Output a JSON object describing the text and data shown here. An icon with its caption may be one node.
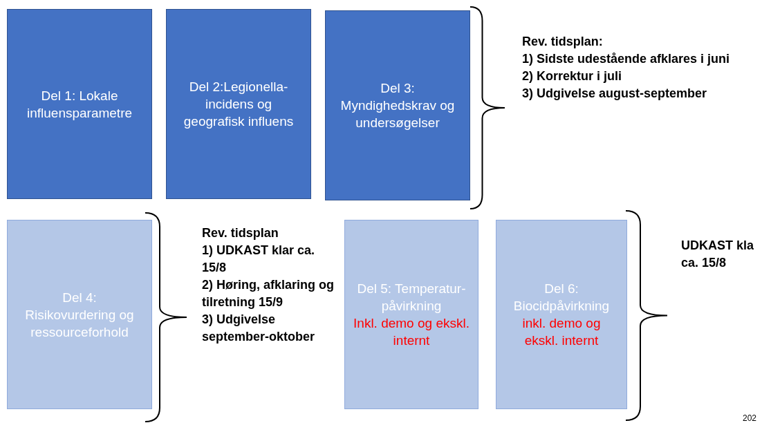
{
  "diagram": {
    "nodes": [
      {
        "text": [
          "Del 1: Lokale influensparametre"
        ]
      },
      {
        "text": [
          "Del 2:Legionella-incidens og geografisk influens"
        ]
      },
      {
        "text": [
          "Del 3: Myndighedskrav og undersøgelser"
        ]
      },
      {
        "text": [
          "Del 4: Risikovurdering og ressourceforhold"
        ]
      },
      {
        "text": [
          "Del 5: Temperatur-påvirkning",
          "Inkl. demo og ekskl. internt"
        ]
      },
      {
        "text": [
          "Del 6: Biocidpåvirkning",
          "inkl. demo og ekskl. internt"
        ]
      }
    ],
    "labels": [
      "Rev. tidsplan:",
      "1) Sidste udestående afklares i juni",
      "2) Korrektur i juli",
      "3) Udgivelse august-september",
      "Rev. tidsplan",
      "1) UDKAST klar ca. 15/8",
      "2) Høring, afklaring og tilretning 15/9",
      "3) Udgivelse september-oktober",
      "UDKAST kla ca. 15/8",
      "202"
    ]
  }
}
